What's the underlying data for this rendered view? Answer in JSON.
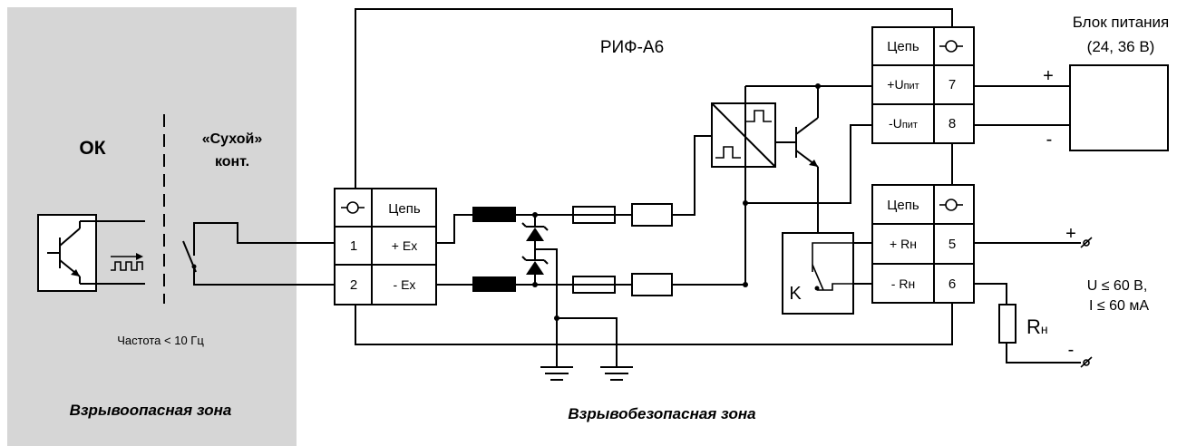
{
  "zones": {
    "hazardous": "Взрывоопасная зона",
    "safe": "Взрывобезопасная зона"
  },
  "device": {
    "name": "РИФ-А6"
  },
  "sources": {
    "ok": "ОК",
    "dry_contact_line1": "«Сухой»",
    "dry_contact_line2": "конт.",
    "frequency": "Частота < 10 Гц"
  },
  "power_supply": {
    "title_line1": "Блок питания",
    "title_line2": "(24, 36 В)",
    "plus": "+",
    "minus": "-"
  },
  "input_terminals": {
    "header_symbol": "-O-",
    "header_label": "Цепь",
    "rows": [
      {
        "num": "1",
        "label": "+ Ex"
      },
      {
        "num": "2",
        "label": "- Ex"
      }
    ]
  },
  "power_terminals": {
    "header_label": "Цепь",
    "header_symbol": "-O-",
    "rows": [
      {
        "label_main": "+U",
        "label_sub": "пит",
        "num": "7"
      },
      {
        "label_main": "-U",
        "label_sub": "пит",
        "num": "8"
      }
    ]
  },
  "output_terminals": {
    "header_label": "Цепь",
    "header_symbol": "-O-",
    "rows": [
      {
        "label": "+ Rн",
        "num": "5"
      },
      {
        "label": "- Rн",
        "num": "6"
      }
    ]
  },
  "relay": {
    "label": "K"
  },
  "load": {
    "label_main": "R",
    "label_sub": "н",
    "plus": "+",
    "minus": "-",
    "limit_u": "U ≤ 60 В,",
    "limit_i": "I ≤ 60 мА"
  }
}
